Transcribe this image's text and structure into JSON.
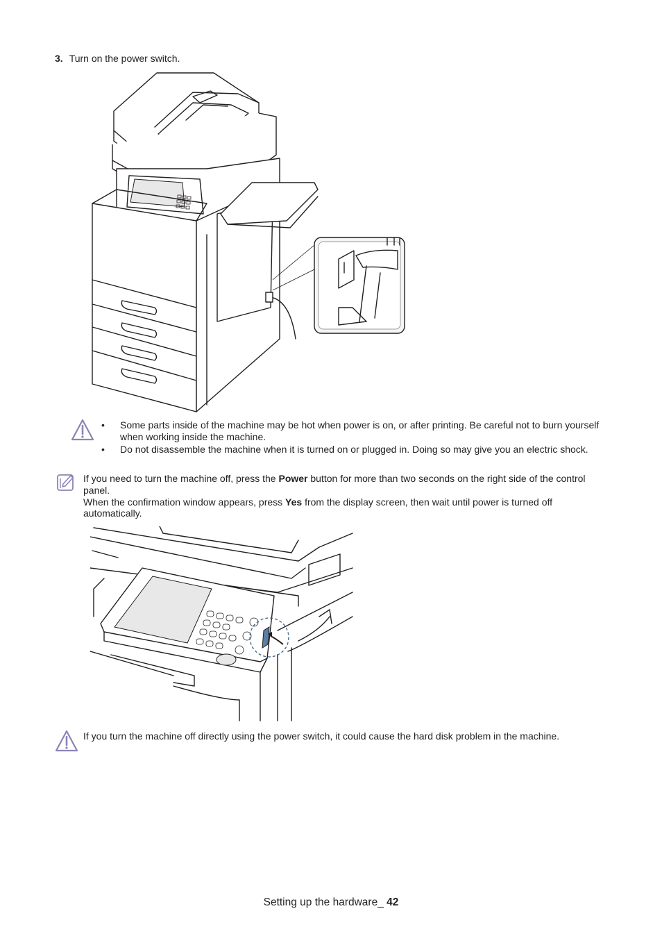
{
  "step": {
    "number": "3.",
    "text": "Turn on the power switch."
  },
  "warning1": {
    "icon": "warning-triangle-icon",
    "bullet": "•",
    "items": [
      "Some parts inside of the machine may be hot when power is on, or after printing. Be careful not to burn yourself when working inside the machine.",
      "Do not disassemble the machine when it is turned on or plugged in. Doing so may give you an electric shock."
    ]
  },
  "note": {
    "icon": "note-pencil-icon",
    "line1_before": "If you need to turn the machine off, press the ",
    "line1_bold": "Power",
    "line1_after": " button for more than two seconds on the right side of the control panel.",
    "line2_before": "When the confirmation window appears, press ",
    "line2_bold": "Yes",
    "line2_after": " from the display screen, then wait until power is turned off automatically."
  },
  "warning2": {
    "icon": "warning-triangle-icon",
    "text": "If you turn the machine off directly using the power switch, it could cause the hard disk problem in the machine."
  },
  "footer": {
    "section": "Setting up the hardware_ ",
    "page": "42"
  },
  "colors": {
    "icon_purple": "#8b84b6",
    "text": "#231f20"
  }
}
